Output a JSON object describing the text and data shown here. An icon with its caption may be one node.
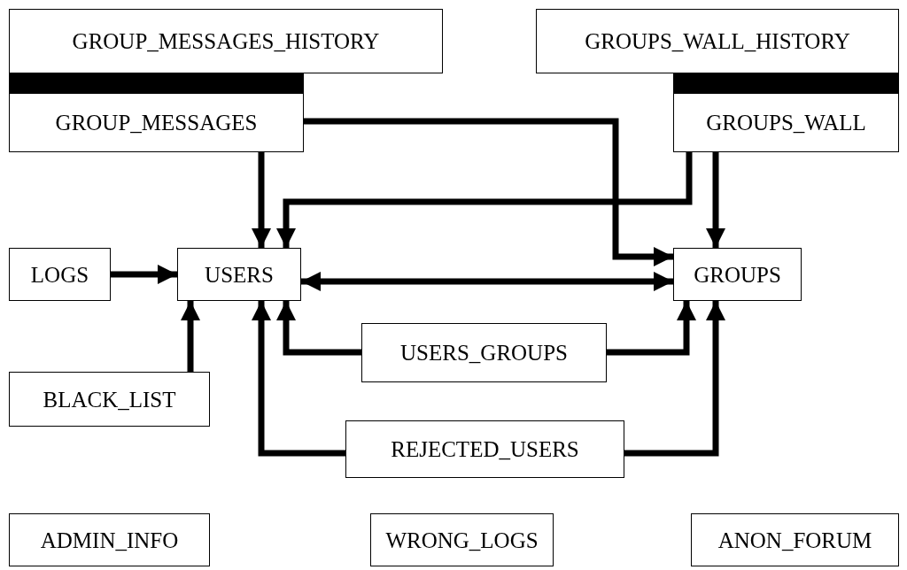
{
  "diagram": {
    "nodes": [
      {
        "text": [
          "GROUP_MESSAGES_HISTORY"
        ]
      },
      {
        "text": [
          "GROUP_MESSAGES"
        ]
      },
      {
        "text": [
          "GROUPS_WALL_HISTORY"
        ]
      },
      {
        "text": [
          "GROUPS_WALL"
        ]
      },
      {
        "text": [
          "LOGS"
        ]
      },
      {
        "text": [
          "USERS"
        ]
      },
      {
        "text": [
          "GROUPS"
        ]
      },
      {
        "text": [
          "BLACK_LIST"
        ]
      },
      {
        "text": [
          "USERS_GROUPS"
        ]
      },
      {
        "text": [
          "REJECTED_USERS"
        ]
      },
      {
        "text": [
          "ADMIN_INFO"
        ]
      },
      {
        "text": [
          "WRONG_LOGS"
        ]
      },
      {
        "text": [
          "ANON_FORUM"
        ]
      }
    ],
    "edges": [
      {
        "from": 0,
        "to": 1,
        "arrow": "none"
      },
      {
        "from": 2,
        "to": 3,
        "arrow": "none"
      },
      {
        "from": 1,
        "to": 5,
        "arrow": "to"
      },
      {
        "from": 1,
        "to": 6,
        "arrow": "to"
      },
      {
        "from": 3,
        "to": 5,
        "arrow": "to"
      },
      {
        "from": 3,
        "to": 6,
        "arrow": "to"
      },
      {
        "from": 4,
        "to": 5,
        "arrow": "to"
      },
      {
        "from": 5,
        "to": 6,
        "arrow": "both"
      },
      {
        "from": 7,
        "to": 5,
        "arrow": "to"
      },
      {
        "from": 8,
        "to": 5,
        "arrow": "to"
      },
      {
        "from": 8,
        "to": 6,
        "arrow": "to"
      },
      {
        "from": 9,
        "to": 5,
        "arrow": "to"
      },
      {
        "from": 9,
        "to": 6,
        "arrow": "to"
      }
    ]
  }
}
